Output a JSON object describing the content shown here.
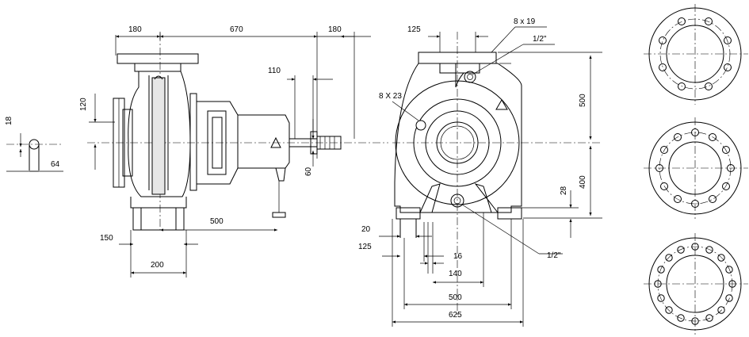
{
  "colors": {
    "line": "#000000",
    "background": "#ffffff",
    "shade": "#e6e6e6"
  },
  "side_view": {
    "dim_180_left": "180",
    "dim_670": "670",
    "dim_180_right": "180",
    "dim_110": "110",
    "dim_120": "120",
    "dim_60": "60",
    "dim_500": "500",
    "dim_150": "150",
    "dim_200": "200"
  },
  "detail": {
    "dim_18": "18",
    "dim_64": "64"
  },
  "front_view": {
    "dim_125_top": "125",
    "bolt_top": "8 x 19",
    "port_top": "1/2\"",
    "bolt_side": "8 X 23",
    "dim_500_height": "500",
    "dim_400_height": "400",
    "dim_28": "28",
    "dim_20": "20",
    "dim_125_bottom": "125",
    "dim_16": "16",
    "dim_140": "140",
    "port_bottom": "1/2\"",
    "dim_500_width": "500",
    "dim_625": "625"
  }
}
